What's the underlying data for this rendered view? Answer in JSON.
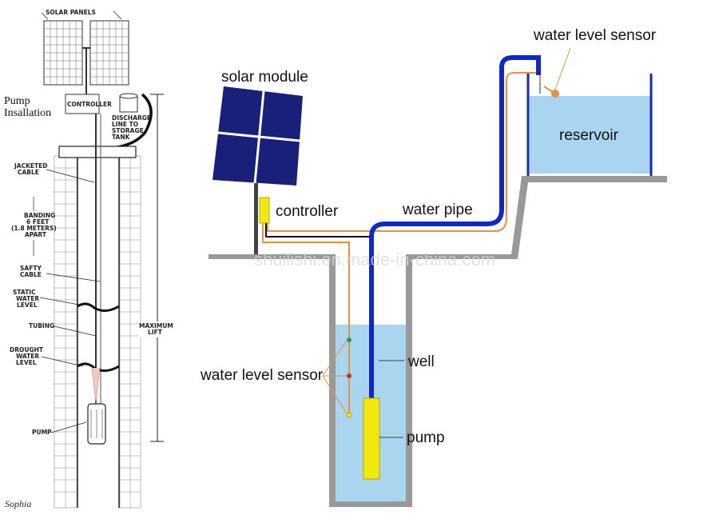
{
  "left_diagram": {
    "title": "SOLAR PANELS",
    "controller": "CONTROLLER",
    "heading_line1": "Pump",
    "heading_line2": "Insallation",
    "discharge": [
      "DISCHARGE",
      "LINE TO",
      "STORAGE",
      "TANK"
    ],
    "jacketed": [
      "JACKETED",
      "CABLE"
    ],
    "banding": [
      "BANDING",
      "6 FEET",
      "(1.8 METERS)",
      "APART"
    ],
    "safty": [
      "SAFTY",
      "CABLE"
    ],
    "static": [
      "STATIC",
      "WATER",
      "LEVEL"
    ],
    "tubing": "TUBING",
    "drought": [
      "DROUGHT",
      "WATER",
      "LEVEL"
    ],
    "pump": "PUMP",
    "max_lift": [
      "MAXIMUM",
      "LIFT"
    ],
    "signature": "Sophia"
  },
  "right_diagram": {
    "solar_module": "solar module",
    "controller": "controller",
    "water_pipe": "water pipe",
    "water_level_sensor_top": "water level sensor",
    "reservoir": "reservoir",
    "water_level_sensor_left": "water level sensor",
    "well": "well",
    "pump": "pump",
    "watermark": "shuilishi.en.made-in-china.com",
    "colors": {
      "water": "#a9d5f0",
      "pipe": "#1128c8",
      "cable": "#e7913f",
      "pump": "#f3e80c",
      "panel": "#1a1f7a",
      "ground": "#9a9a9a"
    }
  }
}
